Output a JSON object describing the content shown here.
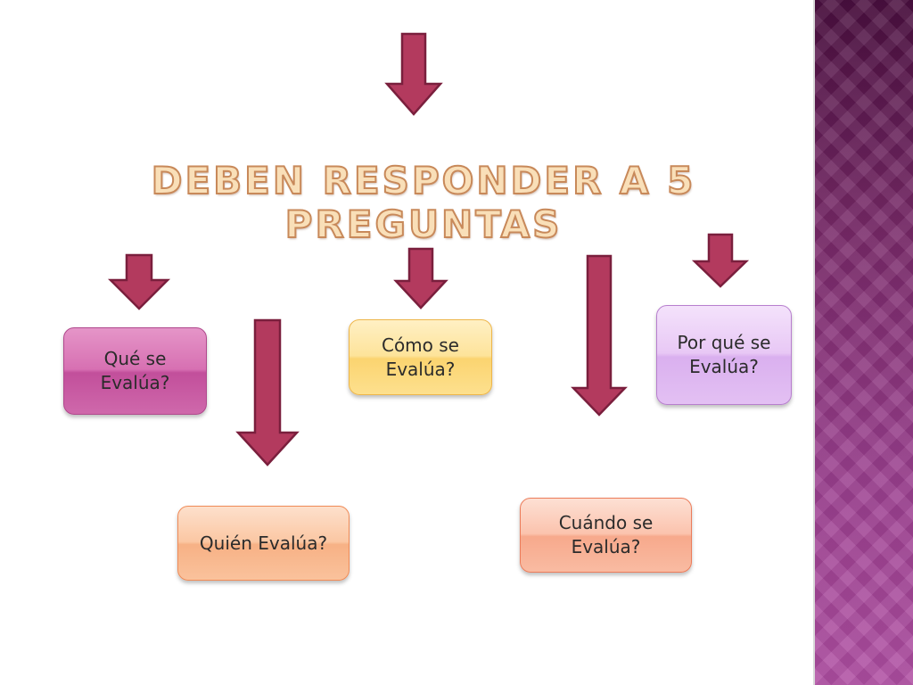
{
  "slide": {
    "title": "Deben responder a 5 preguntas"
  },
  "questions": {
    "que": "Qué se\nEvalúa?",
    "quien": "Quién Evalúa?",
    "como": "Cómo se\nEvalúa?",
    "cuando": "Cuándo se\nEvalúa?",
    "porque": "Por qué se\nEvalúa?"
  },
  "colors": {
    "arrow_fill": "#b33a5e",
    "arrow_stroke": "#7a1f3d",
    "title_fill": "#f9dfb8",
    "title_outline": "#c8895a",
    "side_band": "#7a2a6a"
  }
}
